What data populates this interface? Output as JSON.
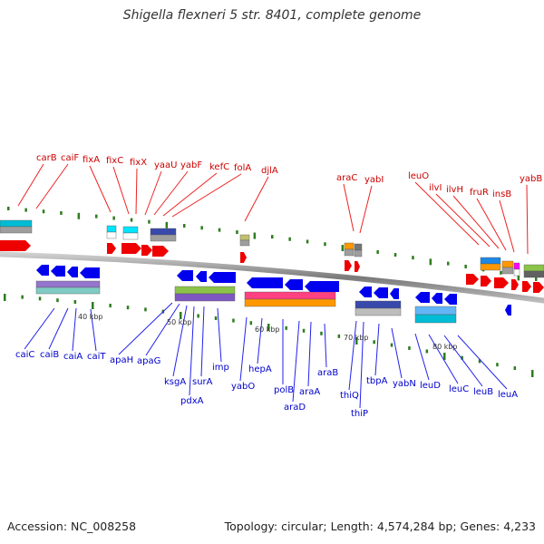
{
  "title": "Shigella flexneri 5 str. 8401, complete genome",
  "footer": {
    "accession": "Accession: NC_008258",
    "summary": "Topology: circular; Length: 4,574,284 bp; Genes: 4,233"
  },
  "scale_labels": [
    "40 kbp",
    "50 kbp",
    "60 kbp",
    "70 kbp",
    "80 kbp"
  ],
  "forward_genes": [
    "carB",
    "caiF",
    "fixA",
    "fixC",
    "fixX",
    "yaaU",
    "yabF",
    "kefC",
    "folA",
    "djlA",
    "araC",
    "yabI",
    "leuO",
    "ilvI",
    "ilvH",
    "fruR",
    "insB",
    "yabB"
  ],
  "reverse_genes": [
    "caiC",
    "caiB",
    "caiA",
    "caiT",
    "apaH",
    "apaG",
    "ksgA",
    "pdxA",
    "surA",
    "imp",
    "yabO",
    "hepA",
    "polB",
    "araD",
    "araA",
    "araB",
    "thiQ",
    "thiP",
    "tbpA",
    "yabN",
    "leuD",
    "leuC",
    "leuB",
    "leuA"
  ],
  "colors": {
    "forward_label": "#cc0000",
    "reverse_label": "#0000cc",
    "backbone": "#8a8a8a",
    "tick": "#2e7d1e"
  }
}
